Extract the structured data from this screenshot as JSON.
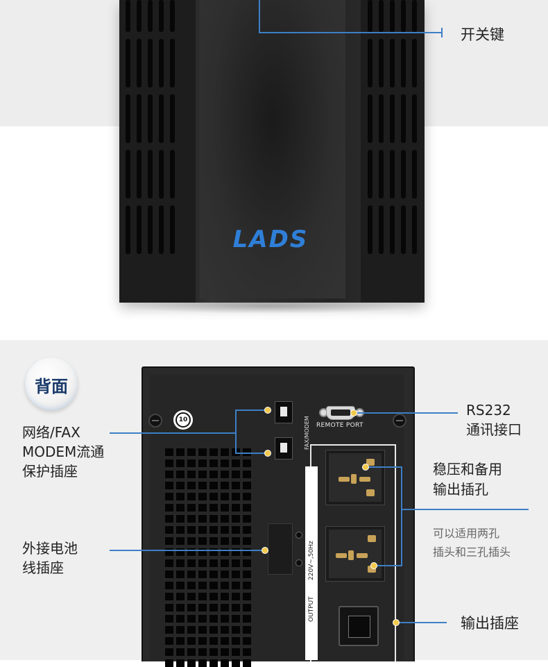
{
  "top": {
    "power_switch_label": "开关键",
    "brand_logo": "LADS"
  },
  "back": {
    "section_badge": "背面",
    "ten_marker": "10",
    "remote_port_label": "REMOTE PORT",
    "fax_modem_vertical": "FAX/MODEM",
    "output_rating_vertical": "220V~,50Hz",
    "output_vertical": "OUTPUT"
  },
  "callouts": {
    "fax_modem": [
      "网络/FAX",
      "MODEM流通",
      "保护插座"
    ],
    "battery": [
      "外接电池",
      "线插座"
    ],
    "rs232": [
      "RS232",
      "通讯接口"
    ],
    "stabilized": [
      "稳压和备用",
      "输出插孔"
    ],
    "socket_note": [
      "可以适用两孔",
      "插头和三孔插头"
    ],
    "output_socket": "输出插座"
  },
  "colors": {
    "callout_line": "#3d7fc6",
    "callout_dot": "#f2c94c",
    "logo_blue": "#2f7fd8",
    "device_body": "#2a2a2a"
  }
}
